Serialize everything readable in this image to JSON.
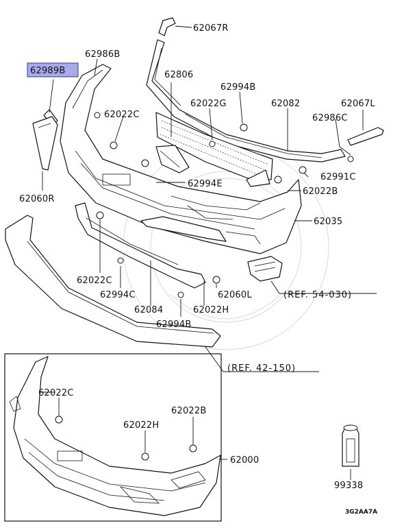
{
  "diagram": {
    "highlight_color": "#a9a9ee",
    "corner_code": "3G2AA7A",
    "labels": {
      "p62067R": "62067R",
      "p62986B": "62986B",
      "p62989B": "62989B",
      "p62806": "62806",
      "p62994B_top": "62994B",
      "p62022G": "62022G",
      "p62082": "62082",
      "p62067L": "62067L",
      "p62022C_top": "62022C",
      "p62986C": "62986C",
      "p62991C": "62991C",
      "p62994E": "62994E",
      "p62022B_mid": "62022B",
      "p62060R": "62060R",
      "p62035": "62035",
      "p62022C_mid": "62022C",
      "p62994C": "62994C",
      "p62060L": "62060L",
      "p62084": "62084",
      "p62022H_mid": "62022H",
      "p62994B_bot": "62994B",
      "ref54": "(REF. 54-030)",
      "ref42": "(REF. 42-150)",
      "p62022C_inset": "62022C",
      "p62022H_inset": "62022H",
      "p62022B_inset": "62022B",
      "p62000": "62000",
      "p99338": "99338"
    }
  }
}
